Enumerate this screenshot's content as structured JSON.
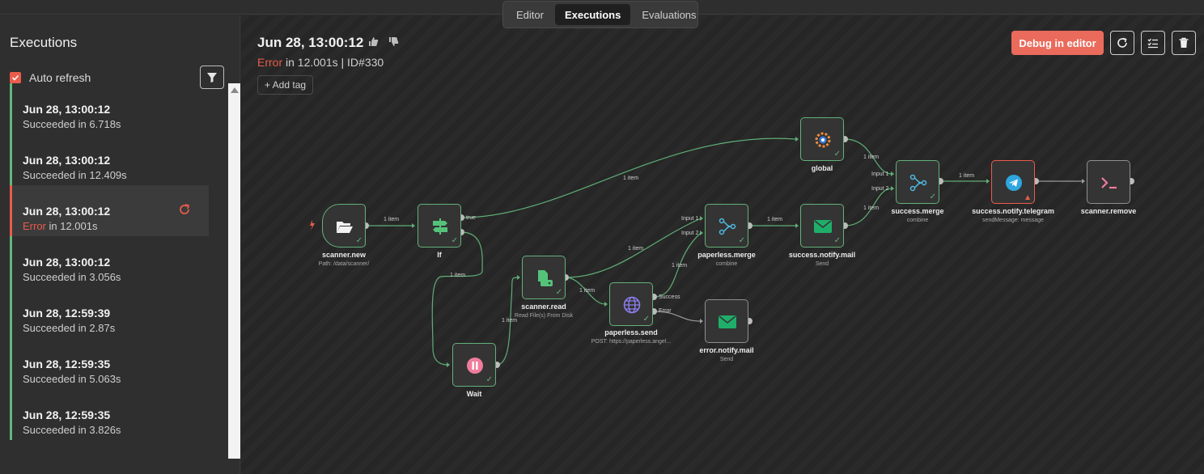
{
  "tabs": [
    "Editor",
    "Executions",
    "Evaluations"
  ],
  "sidebar": {
    "title": "Executions",
    "auto_refresh": "Auto refresh",
    "items": [
      {
        "time": "Jun 28, 13:00:12",
        "status": "Succeeded in 6.718s",
        "state": "success"
      },
      {
        "time": "Jun 28, 13:00:12",
        "status": "Succeeded in 12.409s",
        "state": "success"
      },
      {
        "time": "Jun 28, 13:00:12",
        "status_error": "Error",
        "status_rest": " in 12.001s",
        "state": "error"
      },
      {
        "time": "Jun 28, 13:00:12",
        "status": "Succeeded in 3.056s",
        "state": "success"
      },
      {
        "time": "Jun 28, 12:59:39",
        "status": "Succeeded in 2.87s",
        "state": "success"
      },
      {
        "time": "Jun 28, 12:59:35",
        "status": "Succeeded in 5.063s",
        "state": "success"
      },
      {
        "time": "Jun 28, 12:59:35",
        "status": "Succeeded in 3.826s",
        "state": "success"
      }
    ]
  },
  "header": {
    "date": "Jun 28, 13:00:12",
    "status_error": "Error",
    "status_rest": " in 12.001s | ID#330",
    "add_tag": "+ Add tag",
    "debug": "Debug in editor"
  },
  "nodes": [
    {
      "id": "scanner-new",
      "label": "scanner.new",
      "sub": "Path: /data/scanner/",
      "icon": "folder-open-icon"
    },
    {
      "id": "if",
      "label": "If",
      "sub": "",
      "icon": "signpost-icon"
    },
    {
      "id": "wait",
      "label": "Wait",
      "sub": "",
      "icon": "pause-icon"
    },
    {
      "id": "scanner-read",
      "label": "scanner.read",
      "sub": "Read File(s) From Disk",
      "icon": "file-read-icon"
    },
    {
      "id": "paperless-send",
      "label": "paperless.send",
      "sub": "POST: https://paperless.angel...",
      "icon": "globe-icon"
    },
    {
      "id": "paperless-merge",
      "label": "paperless.merge",
      "sub": "combine",
      "icon": "merge-icon"
    },
    {
      "id": "success-mail",
      "label": "success.notify.mail",
      "sub": "Send",
      "icon": "mail-icon"
    },
    {
      "id": "error-mail",
      "label": "error.notify.mail",
      "sub": "Send",
      "icon": "mail-icon"
    },
    {
      "id": "global",
      "label": "global",
      "sub": "",
      "icon": "gear-network-icon"
    },
    {
      "id": "success-merge",
      "label": "success.merge",
      "sub": "combine",
      "icon": "merge-icon"
    },
    {
      "id": "telegram",
      "label": "success.notify.telegram",
      "sub": "sendMessage: message",
      "icon": "telegram-icon"
    },
    {
      "id": "scanner-remove",
      "label": "scanner.remove",
      "sub": "",
      "icon": "terminal-icon"
    }
  ],
  "edge_labels": {
    "one_item": "1 item",
    "true": "true",
    "success": "Success",
    "error": "Error",
    "input1": "Input 1",
    "input2": "Input 2"
  },
  "colors": {
    "success": "#63b17a",
    "error": "#ea5c4b",
    "accent": "#ea6a5b"
  }
}
